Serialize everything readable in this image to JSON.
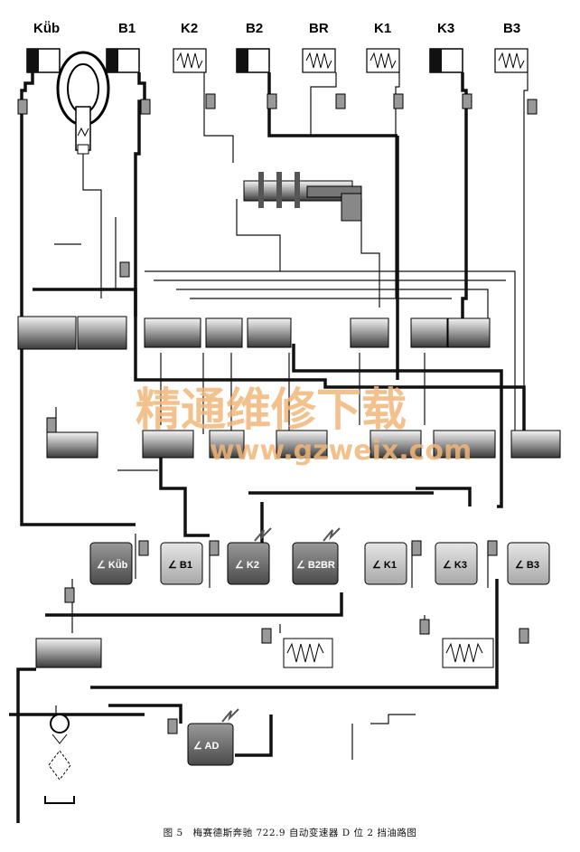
{
  "top_units": [
    {
      "label": "Kü̈b",
      "kind": "solid"
    },
    {
      "label": "B1",
      "kind": "solid"
    },
    {
      "label": "K2",
      "kind": "spring"
    },
    {
      "label": "B2",
      "kind": "solid"
    },
    {
      "label": "BR",
      "kind": "spring"
    },
    {
      "label": "K1",
      "kind": "spring"
    },
    {
      "label": "K3",
      "kind": "solid"
    },
    {
      "label": "B3",
      "kind": "spring"
    }
  ],
  "mid_units": [
    "Kü̈b",
    "B1",
    "K2",
    "B2BR",
    "K1",
    "K3",
    "B3"
  ],
  "ad_unit": "AD",
  "watermark": {
    "chinese": "精通维修下载",
    "url": "www.gzweix.com"
  },
  "caption": "图 5　梅赛德斯奔驰 722.9 自动变速器 D 位 2 挡油路图",
  "colors": {
    "line": "#111111",
    "watermark": "#f2b77a",
    "unit_dark": "#6e6e6e",
    "unit_light": "#c8c8c8"
  }
}
